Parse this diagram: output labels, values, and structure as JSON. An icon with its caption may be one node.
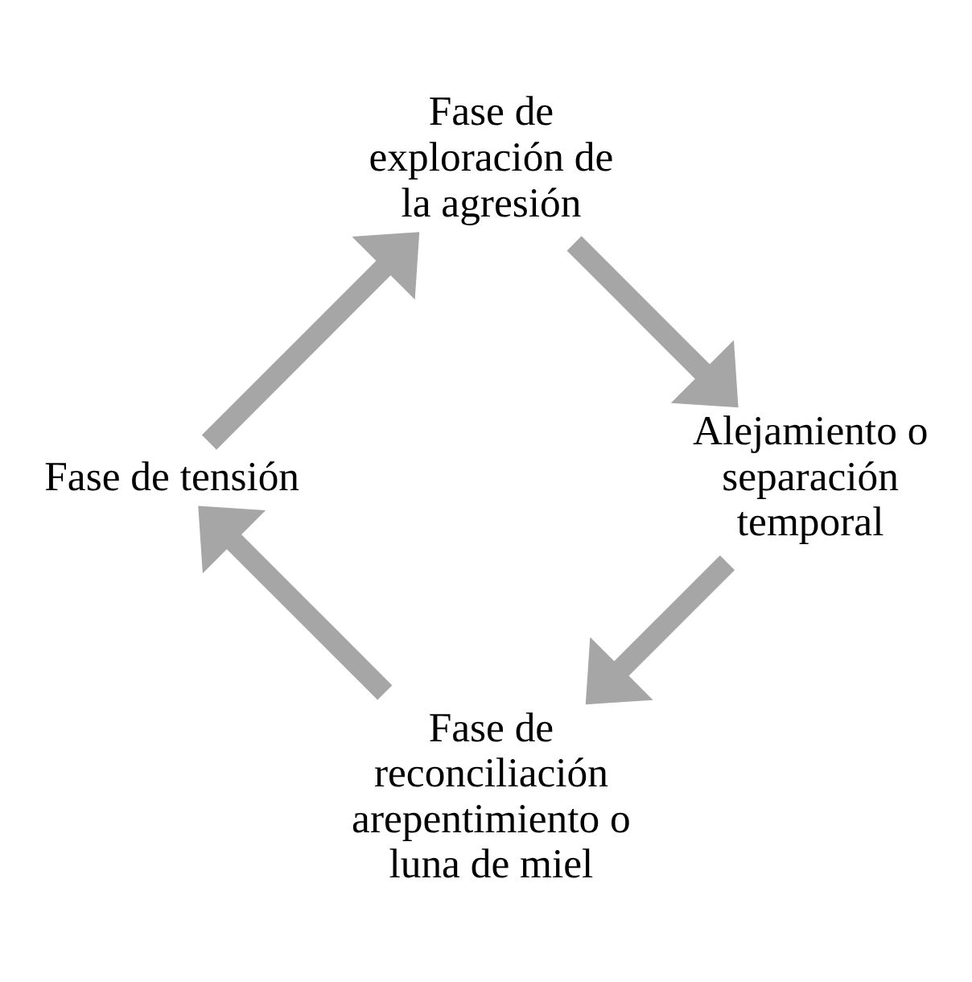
{
  "diagram": {
    "nodes": [
      {
        "text": [
          "Fase de reconciliación arepentimiento o luna de miel"
        ]
      },
      {
        "text": [
          "Fase de tensión"
        ]
      },
      {
        "text": [
          "Fase de exploración de la agresión"
        ]
      },
      {
        "text": [
          "Alejamiento o separación temporal"
        ]
      }
    ],
    "edges": [
      {
        "from": 0,
        "to": 1,
        "arrow": "to"
      },
      {
        "from": 1,
        "to": 2,
        "arrow": "to"
      },
      {
        "from": 2,
        "to": 3,
        "arrow": "to"
      },
      {
        "from": 3,
        "to": 0,
        "arrow": "to"
      }
    ]
  }
}
